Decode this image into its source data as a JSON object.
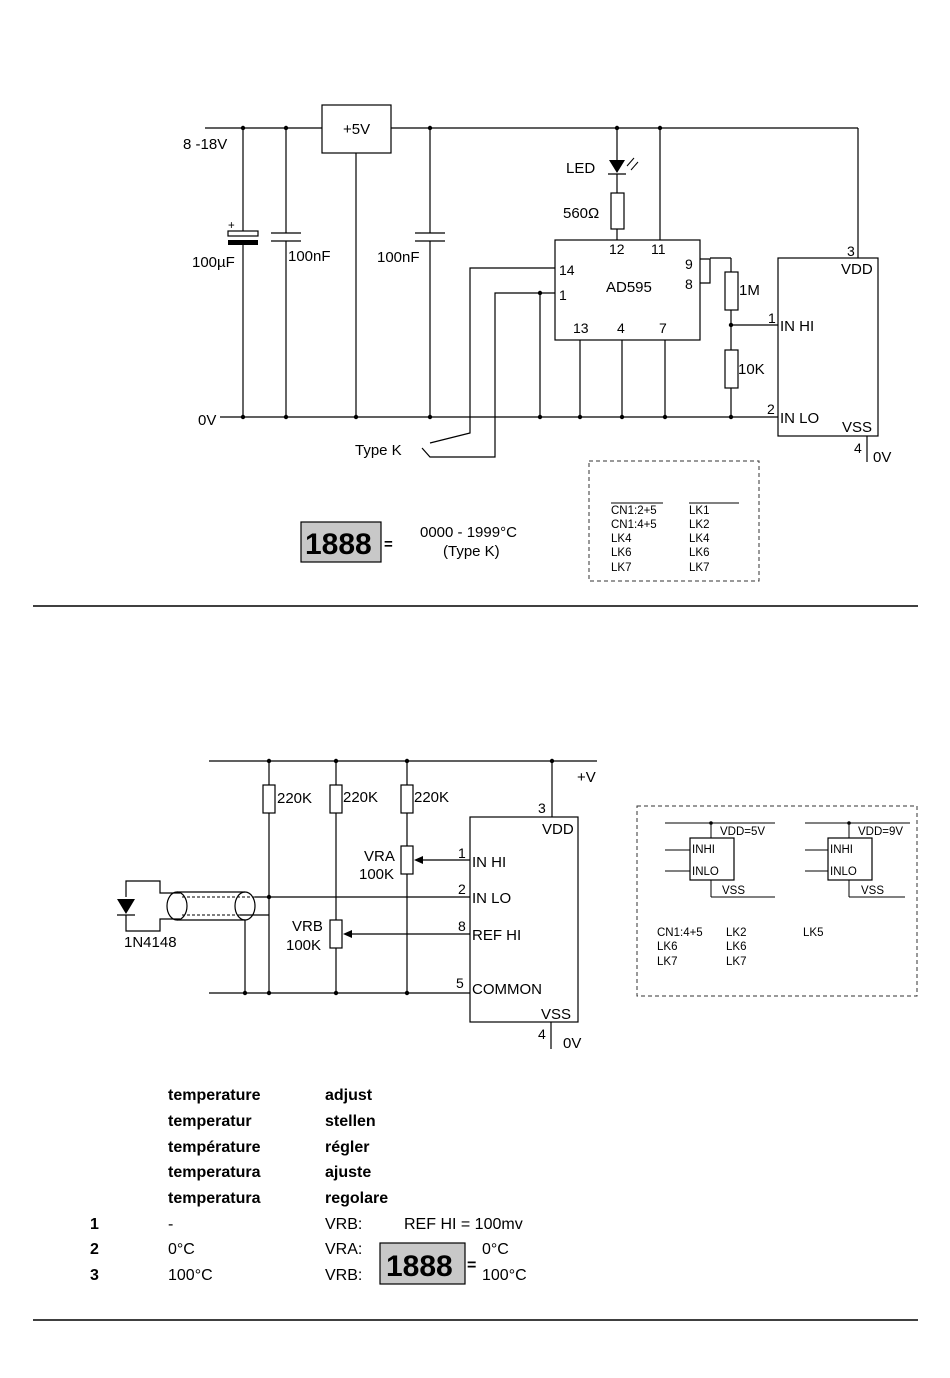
{
  "circuit1": {
    "supply_label": "8 -18V",
    "regulator_label": "+5V",
    "cap1_label": "100µF",
    "cap1_polarity": "+",
    "cap2_label": "100nF",
    "cap3_label": "100nF",
    "led_label": "LED",
    "resistor_led_label": "560Ω",
    "ic_label": "AD595",
    "ic_pins": [
      "12",
      "11",
      "14",
      "1",
      "9",
      "8",
      "13",
      "4",
      "7"
    ],
    "r_top_label": "1M",
    "r_bottom_label": "10K",
    "ground_label": "0V",
    "thermocouple_label": "Type K",
    "display_pins": [
      "3",
      "1",
      "2",
      "4"
    ],
    "display_terms": [
      "VDD",
      "IN HI",
      "IN LO",
      "VSS"
    ],
    "display_ground_label": "0V",
    "lcd_value": "1888",
    "equals": "=",
    "range_line1": "0000 - 1999°C",
    "range_line2": "(Type K)",
    "links_col1": [
      "CN1:2+5",
      "CN1:4+5",
      "LK4",
      "LK6",
      "LK7"
    ],
    "links_col2": [
      "LK1",
      "LK2",
      "LK4",
      "LK6",
      "LK7"
    ]
  },
  "circuit2": {
    "supply_label": "+V",
    "resistors": [
      "220K",
      "220K",
      "220K"
    ],
    "diode_label": "1N4148",
    "vra_label": "VRA",
    "vra_value": "100K",
    "vrb_label": "VRB",
    "vrb_value": "100K",
    "display_pins": [
      "3",
      "1",
      "2",
      "8",
      "5",
      "4"
    ],
    "display_terms": [
      "VDD",
      "IN HI",
      "IN LO",
      "REF HI",
      "COMMON",
      "VSS"
    ],
    "ground_label": "0V",
    "inset": {
      "left": {
        "supply": "VDD=5V",
        "in1": "INHI",
        "in2": "INLO",
        "vss": "VSS"
      },
      "right": {
        "supply": "VDD=9V",
        "in1": "INHI",
        "in2": "INLO",
        "vss": "VSS"
      },
      "col1": [
        "CN1:4+5",
        "LK6",
        "LK7"
      ],
      "col2": [
        "LK2",
        "LK6",
        "LK7"
      ],
      "col3": [
        "LK5"
      ]
    }
  },
  "table": {
    "header_rows": [
      [
        "temperature",
        "adjust"
      ],
      [
        "temperatur",
        "stellen"
      ],
      [
        "température",
        "régler"
      ],
      [
        "temperatura",
        "ajuste"
      ],
      [
        "temperatura",
        "regolare"
      ]
    ],
    "steps": [
      {
        "num": "1",
        "temp": "-",
        "pot": "VRB:",
        "note": "REF HI = 100mv"
      },
      {
        "num": "2",
        "temp": "0°C",
        "pot": "VRA:",
        "note": "0°C"
      },
      {
        "num": "3",
        "temp": "100°C",
        "pot": "VRB:",
        "note": "100°C"
      }
    ],
    "lcd_value": "1888",
    "equals": "="
  }
}
